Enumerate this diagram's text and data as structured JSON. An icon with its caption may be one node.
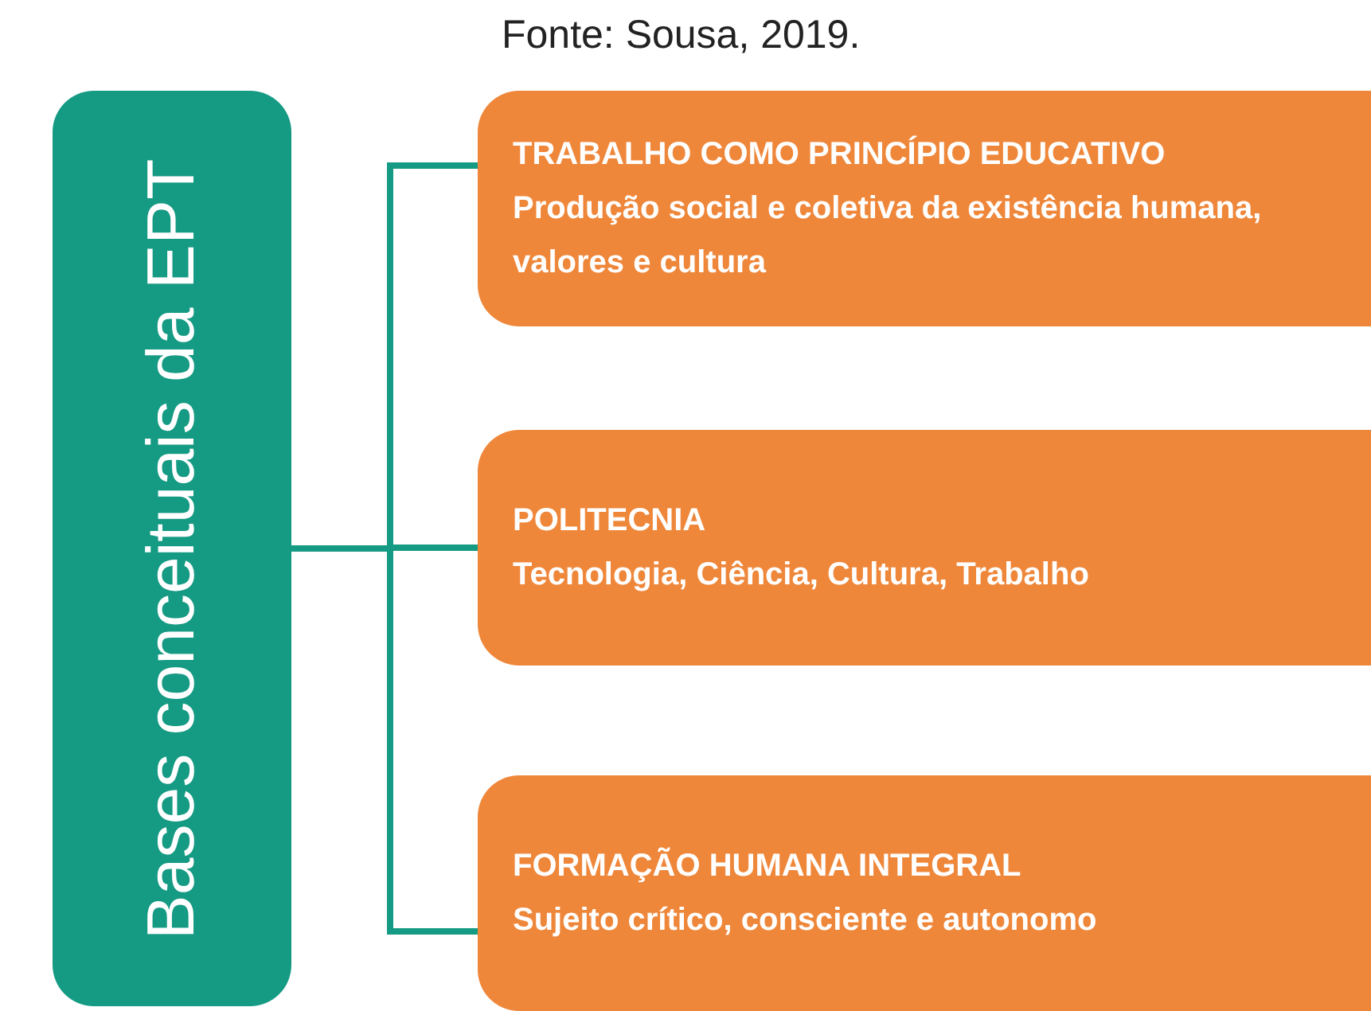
{
  "diagram": {
    "nodes": [
      {
        "text": [
          "Bases conceituais da EPT"
        ]
      },
      {
        "text": [
          "TRABALHO COMO PRINCÍPIO EDUCATIVO",
          "Produção social e coletiva da existência humana, valores e cultura"
        ]
      },
      {
        "text": [
          "POLITECNIA",
          "Tecnologia, Ciência, Cultura, Trabalho"
        ]
      },
      {
        "text": [
          "FORMAÇÃO HUMANA INTEGRAL",
          "Sujeito crítico, consciente e autonomo"
        ]
      }
    ],
    "edges": [
      {
        "from": 0,
        "to": 1,
        "arrow": "none"
      },
      {
        "from": 0,
        "to": 2,
        "arrow": "none"
      },
      {
        "from": 0,
        "to": 3,
        "arrow": "none"
      }
    ],
    "labels": [
      "Fonte: Sousa, 2019."
    ]
  }
}
